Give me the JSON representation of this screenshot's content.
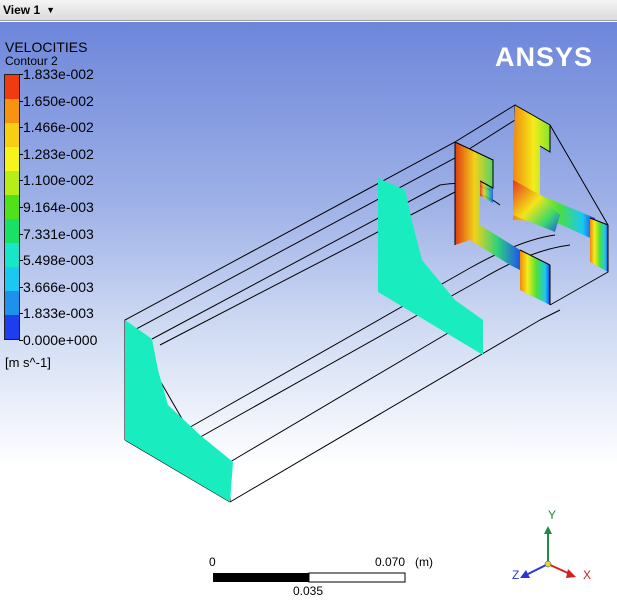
{
  "window": {
    "view_tab_label": "View 1",
    "view_tab_caret": "▼"
  },
  "brand": "ANSYS",
  "legend": {
    "title": "VELOCITIES",
    "subtitle": "Contour 2",
    "units": "[m s^-1]",
    "ticks": [
      "1.833e-002",
      "1.650e-002",
      "1.466e-002",
      "1.283e-002",
      "1.100e-002",
      "9.164e-003",
      "7.331e-003",
      "5.498e-003",
      "3.666e-003",
      "1.833e-003",
      "0.000e+000"
    ],
    "colors": [
      "#f03a0f",
      "#f7930f",
      "#f8ce12",
      "#f4f51a",
      "#b7ee1a",
      "#4fe21a",
      "#18e266",
      "#18e6c8",
      "#19c8f3",
      "#1d92ed",
      "#1e3cf0"
    ]
  },
  "scale_bar": {
    "left_label": "0",
    "right_label": "0.070",
    "unit_label": "(m)",
    "mid_label": "0.035"
  },
  "axes": {
    "y_label": "Y",
    "x_label": "X",
    "z_label": "Z"
  }
}
